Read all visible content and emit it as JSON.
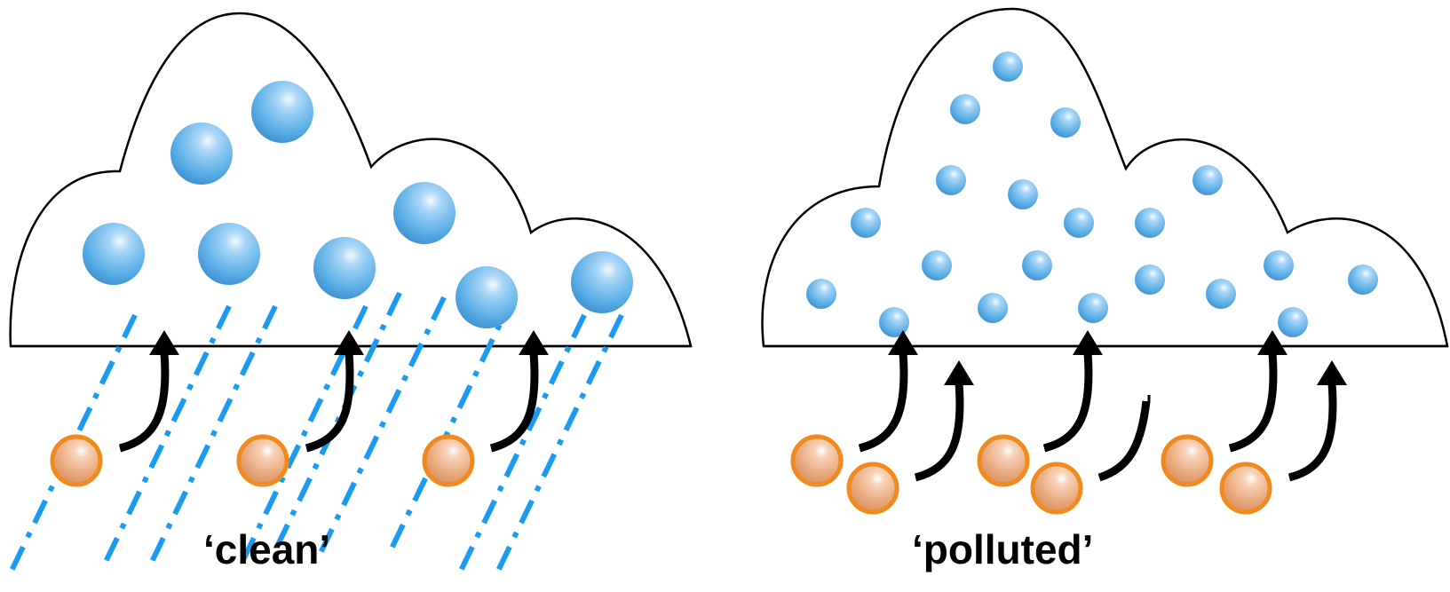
{
  "panels": [
    {
      "id": "clean",
      "label": "‘clean’"
    },
    {
      "id": "polluted",
      "label": "‘polluted’"
    }
  ],
  "colors": {
    "droplet": "#5aaee6",
    "droplet_highlight": "#eaf6ff",
    "aerosol_fill": "#e8a577",
    "aerosol_ring": "#f08a1c",
    "rain": "#1a9af0",
    "arrow": "#000000",
    "cloud_outline": "#000000"
  }
}
